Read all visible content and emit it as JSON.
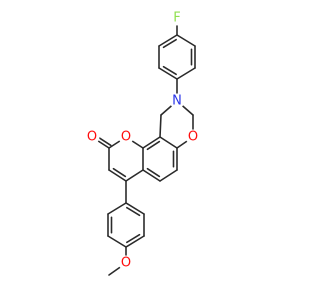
{
  "molecule": {
    "atoms": [
      {
        "id": "F",
        "symbol": "F",
        "color": "#90e050"
      },
      {
        "id": "N",
        "symbol": "N",
        "color": "#2a35e8"
      },
      {
        "id": "O1",
        "symbol": "O",
        "color": "#ff0d0d"
      },
      {
        "id": "O2",
        "symbol": "O",
        "color": "#ff0d0d"
      },
      {
        "id": "O3",
        "symbol": "O",
        "color": "#ff0d0d"
      },
      {
        "id": "O4",
        "symbol": "O",
        "color": "#ff0d0d"
      }
    ],
    "bond_color": "#2b2b2b",
    "background": "#ffffff"
  }
}
